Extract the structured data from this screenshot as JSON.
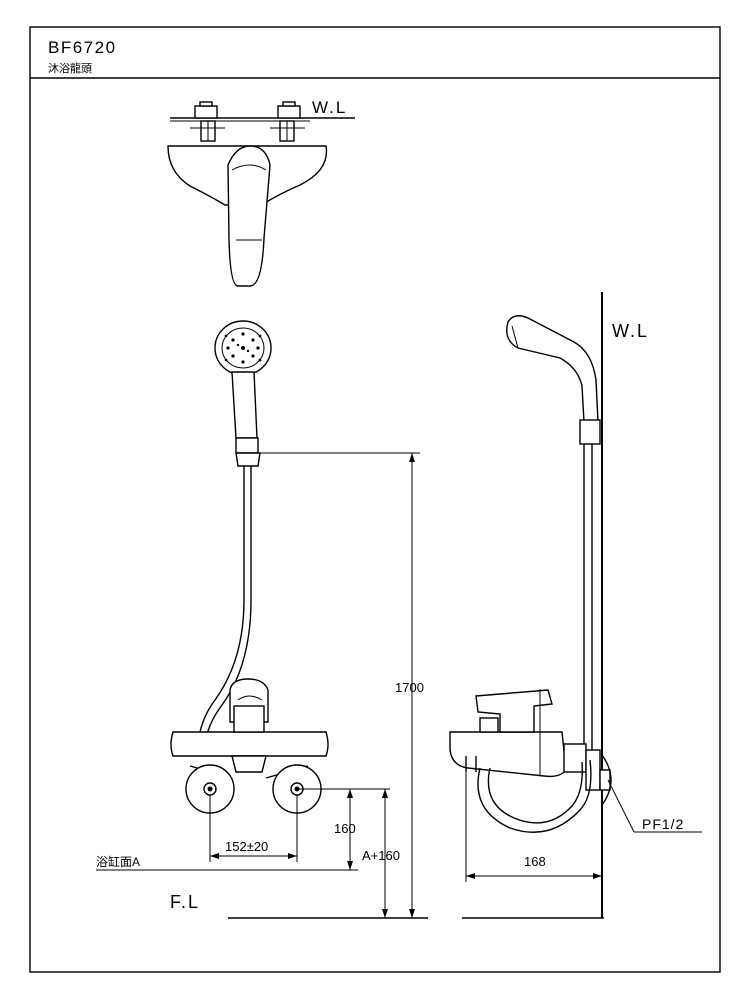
{
  "title_block": {
    "model": "BF6720",
    "name": "沐浴龍頭"
  },
  "labels": {
    "wall_line_top": "W.L",
    "wall_line_side": "W.L",
    "floor_line": "F.L",
    "bath_surface": "浴缸面A",
    "pipe_thread": "PF1/2"
  },
  "dimensions": {
    "height_total": "1700",
    "center_spacing": "152±20",
    "height_above_bath": "160",
    "height_above_floor": "A+160",
    "projection": "168"
  }
}
